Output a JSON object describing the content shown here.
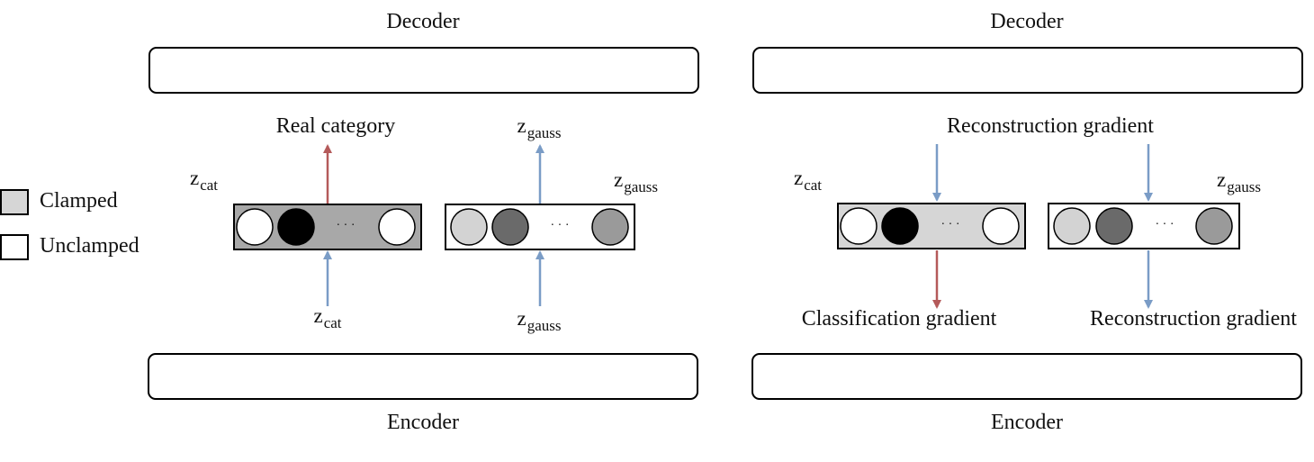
{
  "legend": {
    "clamped_label": "Clamped",
    "unclamped_label": "Unclamped"
  },
  "left_panel": {
    "decoder_label": "Decoder",
    "encoder_label": "Encoder",
    "top_cat_label": "Real category",
    "top_gauss_symbol": "z",
    "top_gauss_subscript": "gauss",
    "side_cat_symbol": "z",
    "side_cat_subscript": "cat",
    "side_gauss_symbol": "z",
    "side_gauss_subscript": "gauss",
    "bottom_cat_symbol": "z",
    "bottom_cat_subscript": "cat",
    "bottom_gauss_symbol": "z",
    "bottom_gauss_subscript": "gauss",
    "cat_ellipsis": "· · ·",
    "gauss_ellipsis": "· · ·",
    "cat_box_state": "clamped",
    "gauss_box_state": "unclamped"
  },
  "right_panel": {
    "decoder_label": "Decoder",
    "encoder_label": "Encoder",
    "top_label": "Reconstruction gradient",
    "side_cat_symbol": "z",
    "side_cat_subscript": "cat",
    "side_gauss_symbol": "z",
    "side_gauss_subscript": "gauss",
    "bottom_cat_label": "Classification gradient",
    "bottom_gauss_label": "Reconstruction gradient",
    "cat_ellipsis": "· · ·",
    "gauss_ellipsis": "· · ·",
    "cat_box_state": "clamped",
    "gauss_box_state": "unclamped"
  },
  "colors": {
    "clamped_fill_dark": "#a8a8a8",
    "clamped_fill_light": "#d6d6d6",
    "unclamped_fill": "#ffffff",
    "blue_arrow": "#7a9cc6",
    "red_arrow": "#b45a5a",
    "unit_white": "#ffffff",
    "unit_black": "#000000",
    "unit_light_gray": "#d3d3d3",
    "unit_dark_gray": "#6a6a6a",
    "unit_mid_gray": "#9a9a9a"
  }
}
